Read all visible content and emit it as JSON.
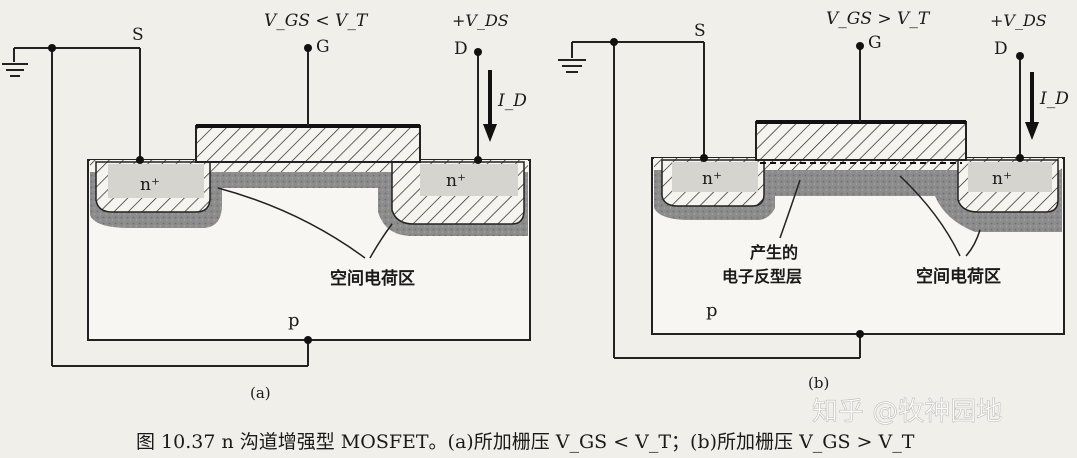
{
  "panel_a": {
    "vgs_label": "V_GS < V_T",
    "source_label": "S",
    "gate_label": "G",
    "drain_supply_label": "+V_DS",
    "drain_label": "D",
    "current_label": "I_D",
    "source_region_label": "n⁺",
    "drain_region_label": "n⁺",
    "substrate_label": "p",
    "depletion_label": "空间电荷区",
    "sub_caption": "(a)"
  },
  "panel_b": {
    "vgs_label": "V_GS > V_T",
    "source_label": "S",
    "gate_label": "G",
    "drain_supply_label": "+V_DS",
    "drain_label": "D",
    "current_label": "I_D",
    "source_region_label": "n⁺",
    "drain_region_label": "n⁺",
    "substrate_label": "p",
    "inversion_label_line1": "产生的",
    "inversion_label_line2": "电子反型层",
    "depletion_label": "空间电荷区",
    "sub_caption": "(b)"
  },
  "caption": "图 10.37   n 沟道增强型 MOSFET。(a)所加栅压 V_GS < V_T；(b)所加栅压 V_GS > V_T",
  "watermark": "知乎 @牧神园地",
  "colors": {
    "background": "#f1efea",
    "ink": "#1a1a1a",
    "depletion": "#8f8f8f",
    "n_region": "#d6d4cf"
  }
}
